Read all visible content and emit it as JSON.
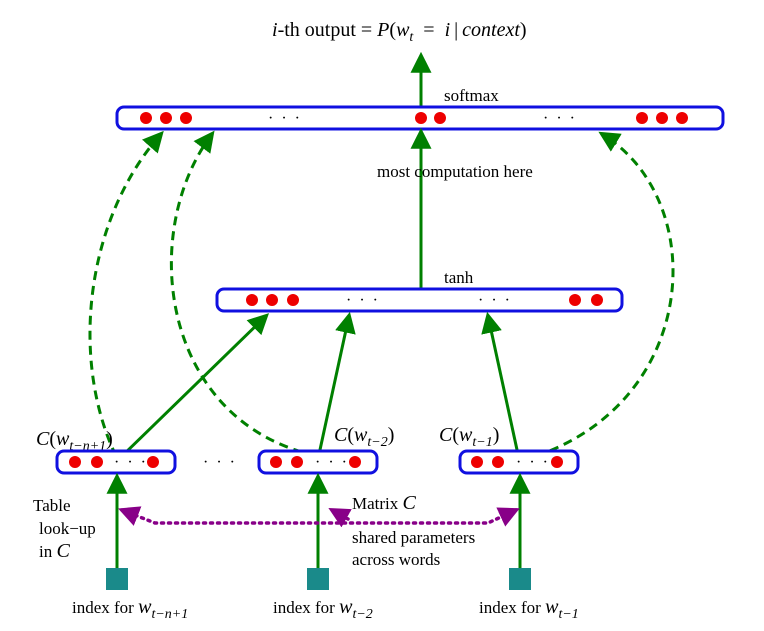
{
  "title": {
    "prefix": "i",
    "middle": "-th output = ",
    "func": "P",
    "open": "(",
    "var": "w",
    "var_sub": "t",
    "eq": "=",
    "i": "i",
    "bar": "|",
    "context": "context",
    "close": ")"
  },
  "layers": {
    "softmax_label": "softmax",
    "tanh_label": "tanh",
    "computation_label": "most  computation here"
  },
  "embeddings": [
    {
      "label_func": "C",
      "var": "w",
      "sub": "t−n+1"
    },
    {
      "label_func": "C",
      "var": "w",
      "sub": "t−2"
    },
    {
      "label_func": "C",
      "var": "w",
      "sub": "t−1"
    }
  ],
  "indexes": [
    {
      "text": "index for ",
      "var": "w",
      "sub": "t−n+1"
    },
    {
      "text": "index for ",
      "var": "w",
      "sub": "t−2"
    },
    {
      "text": "index for ",
      "var": "w",
      "sub": "t−1"
    }
  ],
  "table_lookup": {
    "line1": "Table",
    "line2": "look−up",
    "line3": "in ",
    "line3_var": "C"
  },
  "matrix": {
    "label": "Matrix ",
    "label_var": "C",
    "shared1": "shared parameters",
    "shared2": "across words"
  },
  "ellipsis": "· · ·",
  "colors": {
    "box": "#1010e0",
    "neuron": "#ee0000",
    "arrow": "#008000",
    "dashed": "#008000",
    "shared": "#880088",
    "index": "#1a8a8a"
  }
}
